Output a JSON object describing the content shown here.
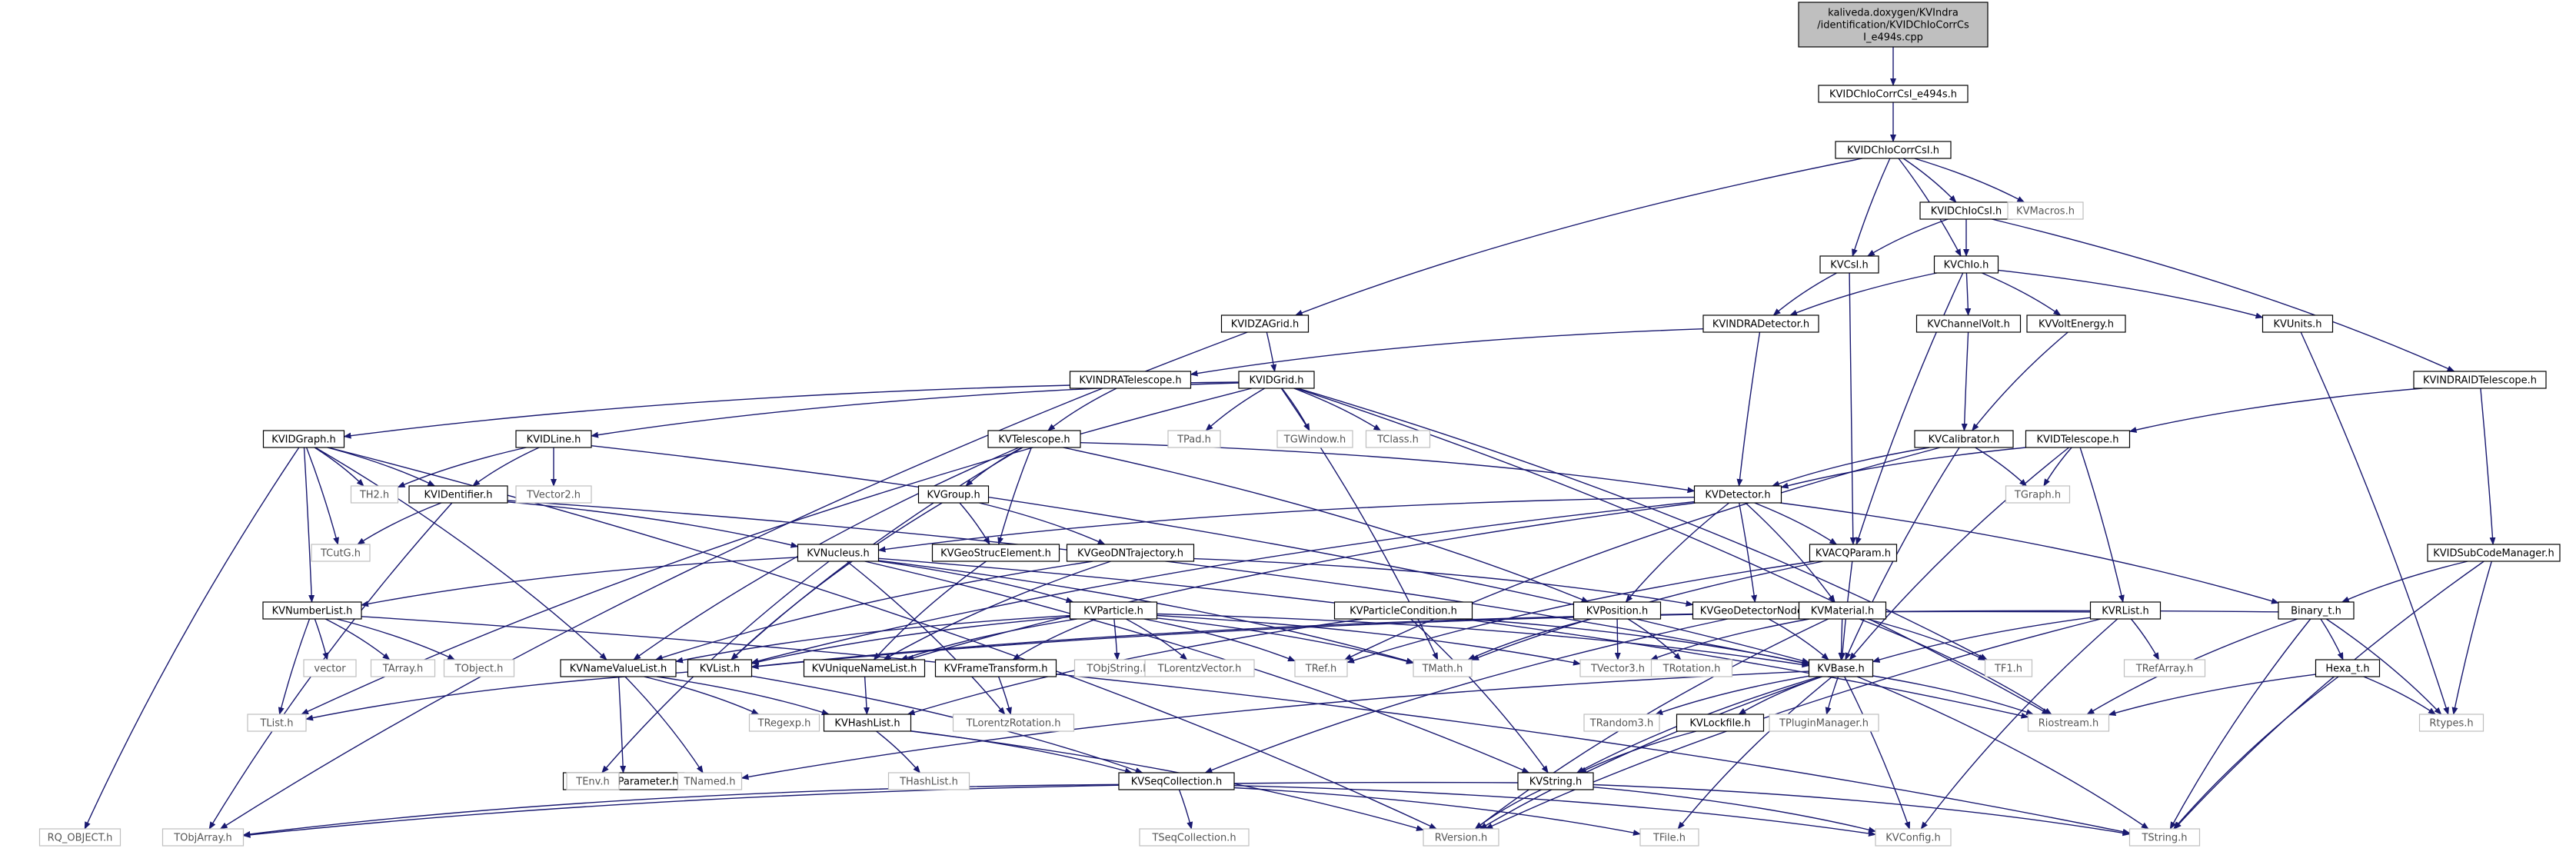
{
  "diagram": {
    "type": "include-dependency-graph",
    "colors": {
      "edge": "#191970",
      "root_fill": "#bfbfbf",
      "node_fill": "#ffffff",
      "node_border": "#000000",
      "system_border": "#bfbfbf",
      "system_text": "#555555"
    },
    "nodes": [
      {
        "id": "root",
        "label": "kaliveda.doxygen/KVIndra/identification/KVIDChIoCorrCsI_e494s.cpp",
        "lines": [
          "kaliveda.doxygen/KVIndra",
          "/identification/KVIDChIoCorrCs",
          "I_e494s.cpp"
        ],
        "kind": "root"
      },
      {
        "id": "corre494",
        "label": "KVIDChIoCorrCsI_e494s.h",
        "kind": "doc"
      },
      {
        "id": "corr",
        "label": "KVIDChIoCorrCsI.h",
        "kind": "doc"
      },
      {
        "id": "chiocsi",
        "label": "KVIDChIoCsI.h",
        "kind": "doc"
      },
      {
        "id": "kvmacros",
        "label": "KVMacros.h",
        "kind": "sys"
      },
      {
        "id": "kvcsi",
        "label": "KVCsI.h",
        "kind": "doc"
      },
      {
        "id": "kvchio",
        "label": "KVChIo.h",
        "kind": "doc"
      },
      {
        "id": "zagrid",
        "label": "KVIDZAGrid.h",
        "kind": "doc"
      },
      {
        "id": "indradet",
        "label": "KVINDRADetector.h",
        "kind": "doc"
      },
      {
        "id": "chanvolt",
        "label": "KVChannelVolt.h",
        "kind": "doc"
      },
      {
        "id": "voltenergy",
        "label": "KVVoltEnergy.h",
        "kind": "doc"
      },
      {
        "id": "kvunits",
        "label": "KVUnits.h",
        "kind": "doc"
      },
      {
        "id": "indratel",
        "label": "KVINDRATelescope.h",
        "kind": "doc"
      },
      {
        "id": "idgrid",
        "label": "KVIDGrid.h",
        "kind": "doc"
      },
      {
        "id": "indraidtel",
        "label": "KVINDRAIDTelescope.h",
        "kind": "doc"
      },
      {
        "id": "idgraph",
        "label": "KVIDGraph.h",
        "kind": "doc"
      },
      {
        "id": "idline",
        "label": "KVIDLine.h",
        "kind": "doc"
      },
      {
        "id": "telescope",
        "label": "KVTelescope.h",
        "kind": "doc"
      },
      {
        "id": "tpad",
        "label": "TPad.h",
        "kind": "sys"
      },
      {
        "id": "tgwindow",
        "label": "TGWindow.h",
        "kind": "sys"
      },
      {
        "id": "tclass",
        "label": "TClass.h",
        "kind": "sys"
      },
      {
        "id": "calibrator",
        "label": "KVCalibrator.h",
        "kind": "doc"
      },
      {
        "id": "idtelescope",
        "label": "KVIDTelescope.h",
        "kind": "doc"
      },
      {
        "id": "th2",
        "label": "TH2.h",
        "kind": "sys"
      },
      {
        "id": "identifier",
        "label": "KVIDentifier.h",
        "kind": "doc"
      },
      {
        "id": "tvector2",
        "label": "TVector2.h",
        "kind": "sys"
      },
      {
        "id": "kvgroup",
        "label": "KVGroup.h",
        "kind": "doc"
      },
      {
        "id": "detector",
        "label": "KVDetector.h",
        "kind": "doc"
      },
      {
        "id": "tgraph",
        "label": "TGraph.h",
        "kind": "sys"
      },
      {
        "id": "subcodemgr",
        "label": "KVIDSubCodeManager.h",
        "kind": "doc"
      },
      {
        "id": "tcutg",
        "label": "TCutG.h",
        "kind": "sys"
      },
      {
        "id": "kvnucleus",
        "label": "KVNucleus.h",
        "kind": "doc"
      },
      {
        "id": "geostruc",
        "label": "KVGeoStrucElement.h",
        "kind": "doc"
      },
      {
        "id": "geodntraj",
        "label": "KVGeoDNTrajectory.h",
        "kind": "doc"
      },
      {
        "id": "acqparam",
        "label": "KVACQParam.h",
        "kind": "doc"
      },
      {
        "id": "numberlist",
        "label": "KVNumberList.h",
        "kind": "doc"
      },
      {
        "id": "kvparticle",
        "label": "KVParticle.h",
        "kind": "doc"
      },
      {
        "id": "partcond",
        "label": "KVParticleCondition.h",
        "kind": "doc"
      },
      {
        "id": "kvposition",
        "label": "KVPosition.h",
        "kind": "doc"
      },
      {
        "id": "geodetnode",
        "label": "KVGeoDetectorNode.h",
        "kind": "doc"
      },
      {
        "id": "kvmaterial",
        "label": "KVMaterial.h",
        "kind": "doc"
      },
      {
        "id": "rlist",
        "label": "KVRList.h",
        "kind": "doc"
      },
      {
        "id": "binaryt",
        "label": "Binary_t.h",
        "kind": "doc"
      },
      {
        "id": "vector",
        "label": "vector",
        "kind": "sys"
      },
      {
        "id": "tarrayh",
        "label": "TArray.h",
        "kind": "sys"
      },
      {
        "id": "tobject",
        "label": "TObject.h",
        "kind": "sys"
      },
      {
        "id": "namevaluelist",
        "label": "KVNameValueList.h",
        "kind": "doc"
      },
      {
        "id": "kvlist",
        "label": "KVList.h",
        "kind": "doc"
      },
      {
        "id": "uniquenamelist",
        "label": "KVUniqueNameList.h",
        "kind": "doc"
      },
      {
        "id": "frametransform",
        "label": "KVFrameTransform.h",
        "kind": "doc"
      },
      {
        "id": "tobjstring",
        "label": "TObjString.h",
        "kind": "sys"
      },
      {
        "id": "tlorentzvector",
        "label": "TLorentzVector.h",
        "kind": "sys"
      },
      {
        "id": "tref",
        "label": "TRef.h",
        "kind": "sys"
      },
      {
        "id": "tmath",
        "label": "TMath.h",
        "kind": "sys"
      },
      {
        "id": "tvector3",
        "label": "TVector3.h",
        "kind": "sys"
      },
      {
        "id": "trotation",
        "label": "TRotation.h",
        "kind": "sys"
      },
      {
        "id": "kvbase",
        "label": "KVBase.h",
        "kind": "doc"
      },
      {
        "id": "tf1",
        "label": "TF1.h",
        "kind": "sys"
      },
      {
        "id": "trefarray",
        "label": "TRefArray.h",
        "kind": "sys"
      },
      {
        "id": "hexat",
        "label": "Hexa_t.h",
        "kind": "doc"
      },
      {
        "id": "tlist",
        "label": "TList.h",
        "kind": "sys"
      },
      {
        "id": "tregexp",
        "label": "TRegexp.h",
        "kind": "sys"
      },
      {
        "id": "hashlist",
        "label": "KVHashList.h",
        "kind": "doc"
      },
      {
        "id": "tlorentzrot",
        "label": "TLorentzRotation.h",
        "kind": "sys"
      },
      {
        "id": "trandom3",
        "label": "TRandom3.h",
        "kind": "sys"
      },
      {
        "id": "lockfile",
        "label": "KVLockfile.h",
        "kind": "doc"
      },
      {
        "id": "tpluginmgr",
        "label": "TPluginManager.h",
        "kind": "sys"
      },
      {
        "id": "riostream",
        "label": "Riostream.h",
        "kind": "sys"
      },
      {
        "id": "rtypes",
        "label": "Rtypes.h",
        "kind": "sys"
      },
      {
        "id": "namedparam",
        "label": "KVNamedParameter.h",
        "kind": "doc"
      },
      {
        "id": "thashlist",
        "label": "THashList.h",
        "kind": "sys"
      },
      {
        "id": "tenv",
        "label": "TEnv.h",
        "kind": "sys"
      },
      {
        "id": "tnamed",
        "label": "TNamed.h",
        "kind": "sys"
      },
      {
        "id": "seqcollection",
        "label": "KVSeqCollection.h",
        "kind": "doc"
      },
      {
        "id": "kvstring",
        "label": "KVString.h",
        "kind": "doc"
      },
      {
        "id": "rqobject",
        "label": "RQ_OBJECT.h",
        "kind": "sys"
      },
      {
        "id": "tobjarray",
        "label": "TObjArray.h",
        "kind": "sys"
      },
      {
        "id": "tseqcollection",
        "label": "TSeqCollection.h",
        "kind": "sys"
      },
      {
        "id": "rversion",
        "label": "RVersion.h",
        "kind": "sys"
      },
      {
        "id": "tfile",
        "label": "TFile.h",
        "kind": "sys"
      },
      {
        "id": "kvconfig",
        "label": "KVConfig.h",
        "kind": "sys"
      },
      {
        "id": "tstring",
        "label": "TString.h",
        "kind": "sys"
      }
    ],
    "edges": [
      [
        "root",
        "corre494"
      ],
      [
        "corre494",
        "corr"
      ],
      [
        "corr",
        "chiocsi"
      ],
      [
        "corr",
        "kvmacros"
      ],
      [
        "corr",
        "kvcsi"
      ],
      [
        "corr",
        "kvchio"
      ],
      [
        "corr",
        "zagrid"
      ],
      [
        "chiocsi",
        "kvcsi"
      ],
      [
        "chiocsi",
        "kvchio"
      ],
      [
        "chiocsi",
        "indraidtel"
      ],
      [
        "kvcsi",
        "indradet"
      ],
      [
        "kvcsi",
        "acqparam"
      ],
      [
        "kvchio",
        "indradet"
      ],
      [
        "kvchio",
        "chanvolt"
      ],
      [
        "kvchio",
        "voltenergy"
      ],
      [
        "kvchio",
        "kvunits"
      ],
      [
        "kvchio",
        "acqparam"
      ],
      [
        "zagrid",
        "idgrid"
      ],
      [
        "zagrid",
        "tobjarray"
      ],
      [
        "indradet",
        "indratel"
      ],
      [
        "indradet",
        "detector"
      ],
      [
        "chanvolt",
        "calibrator"
      ],
      [
        "voltenergy",
        "calibrator"
      ],
      [
        "kvunits",
        "rtypes"
      ],
      [
        "indratel",
        "telescope"
      ],
      [
        "indraidtel",
        "idtelescope"
      ],
      [
        "indraidtel",
        "subcodemgr"
      ],
      [
        "idgrid",
        "idgraph"
      ],
      [
        "idgrid",
        "idline"
      ],
      [
        "idgrid",
        "tpad"
      ],
      [
        "idgrid",
        "tgwindow"
      ],
      [
        "idgrid",
        "tclass"
      ],
      [
        "idgrid",
        "tf1"
      ],
      [
        "idgrid",
        "riostream"
      ],
      [
        "idgrid",
        "tmath"
      ],
      [
        "idgrid",
        "tlist"
      ],
      [
        "idgraph",
        "th2"
      ],
      [
        "idgraph",
        "identifier"
      ],
      [
        "idgraph",
        "tcutg"
      ],
      [
        "idgraph",
        "numberlist"
      ],
      [
        "idgraph",
        "namevaluelist"
      ],
      [
        "idgraph",
        "rqobject"
      ],
      [
        "idgraph",
        "rversion"
      ],
      [
        "idline",
        "th2"
      ],
      [
        "idline",
        "identifier"
      ],
      [
        "idline",
        "tvector2"
      ],
      [
        "idline",
        "kvbase"
      ],
      [
        "identifier",
        "tcutg"
      ],
      [
        "identifier",
        "kvnucleus"
      ],
      [
        "identifier",
        "kvbase"
      ],
      [
        "identifier",
        "tobjarray"
      ],
      [
        "telescope",
        "kvgroup"
      ],
      [
        "telescope",
        "geostruc"
      ],
      [
        "telescope",
        "detector"
      ],
      [
        "telescope",
        "kvposition"
      ],
      [
        "telescope",
        "kvlist"
      ],
      [
        "telescope",
        "namevaluelist"
      ],
      [
        "kvgroup",
        "geostruc"
      ],
      [
        "kvgroup",
        "geodntraj"
      ],
      [
        "kvgroup",
        "kvlist"
      ],
      [
        "calibrator",
        "detector"
      ],
      [
        "calibrator",
        "tgraph"
      ],
      [
        "calibrator",
        "kvbase"
      ],
      [
        "calibrator",
        "tref"
      ],
      [
        "idtelescope",
        "detector"
      ],
      [
        "idtelescope",
        "tgraph"
      ],
      [
        "idtelescope",
        "rlist"
      ],
      [
        "idtelescope",
        "kvbase"
      ],
      [
        "subcodemgr",
        "binaryt"
      ],
      [
        "subcodemgr",
        "rtypes"
      ],
      [
        "subcodemgr",
        "tstring"
      ],
      [
        "detector",
        "kvnucleus"
      ],
      [
        "detector",
        "acqparam"
      ],
      [
        "detector",
        "kvposition"
      ],
      [
        "detector",
        "geodetnode"
      ],
      [
        "detector",
        "kvmaterial"
      ],
      [
        "detector",
        "binaryt"
      ],
      [
        "detector",
        "kvlist"
      ],
      [
        "detector",
        "uniquenamelist"
      ],
      [
        "kvnucleus",
        "numberlist"
      ],
      [
        "kvnucleus",
        "kvparticle"
      ],
      [
        "kvnucleus",
        "tenv"
      ],
      [
        "kvnucleus",
        "tmath"
      ],
      [
        "kvnucleus",
        "riostream"
      ],
      [
        "kvnucleus",
        "kvstring"
      ],
      [
        "kvnucleus",
        "tlorentzrot"
      ],
      [
        "geostruc",
        "uniquenamelist"
      ],
      [
        "geodntraj",
        "geodetnode"
      ],
      [
        "geodntraj",
        "namevaluelist"
      ],
      [
        "geodntraj",
        "uniquenamelist"
      ],
      [
        "acqparam",
        "kvbase"
      ],
      [
        "acqparam",
        "tref"
      ],
      [
        "acqparam",
        "tmath"
      ],
      [
        "numberlist",
        "vector"
      ],
      [
        "numberlist",
        "tarrayh"
      ],
      [
        "numberlist",
        "tobject"
      ],
      [
        "numberlist",
        "tlist"
      ],
      [
        "numberlist",
        "tstring"
      ],
      [
        "kvparticle",
        "namevaluelist"
      ],
      [
        "kvparticle",
        "kvlist"
      ],
      [
        "kvparticle",
        "uniquenamelist"
      ],
      [
        "kvparticle",
        "frametransform"
      ],
      [
        "kvparticle",
        "tobjstring"
      ],
      [
        "kvparticle",
        "tlorentzvector"
      ],
      [
        "kvparticle",
        "tref"
      ],
      [
        "kvparticle",
        "tmath"
      ],
      [
        "kvparticle",
        "tvector3"
      ],
      [
        "kvparticle",
        "kvbase"
      ],
      [
        "partcond",
        "kvbase"
      ],
      [
        "partcond",
        "kvstring"
      ],
      [
        "partcond",
        "hashlist"
      ],
      [
        "kvposition",
        "tvector3"
      ],
      [
        "kvposition",
        "trotation"
      ],
      [
        "kvposition",
        "tmath"
      ],
      [
        "geodetnode",
        "kvbase"
      ],
      [
        "geodetnode",
        "seqcollection"
      ],
      [
        "kvmaterial",
        "kvbase"
      ],
      [
        "kvmaterial",
        "tf1"
      ],
      [
        "kvmaterial",
        "tvector3"
      ],
      [
        "kvmaterial",
        "riostream"
      ],
      [
        "kvmaterial",
        "rversion"
      ],
      [
        "rlist",
        "kvbase"
      ],
      [
        "rlist",
        "trefarray"
      ],
      [
        "rlist",
        "kvlist"
      ],
      [
        "rlist",
        "kvconfig"
      ],
      [
        "rlist",
        "rversion"
      ],
      [
        "binaryt",
        "hexat"
      ],
      [
        "binaryt",
        "rtypes"
      ],
      [
        "binaryt",
        "riostream"
      ],
      [
        "binaryt",
        "tstring"
      ],
      [
        "binaryt",
        "kvlist"
      ],
      [
        "hexat",
        "riostream"
      ],
      [
        "hexat",
        "rtypes"
      ],
      [
        "hexat",
        "tstring"
      ],
      [
        "namevaluelist",
        "namedparam"
      ],
      [
        "namevaluelist",
        "tregexp"
      ],
      [
        "namevaluelist",
        "hashlist"
      ],
      [
        "namevaluelist",
        "tnamed"
      ],
      [
        "kvlist",
        "tlist"
      ],
      [
        "kvlist",
        "seqcollection"
      ],
      [
        "uniquenamelist",
        "hashlist"
      ],
      [
        "frametransform",
        "tlorentzrot"
      ],
      [
        "kvbase",
        "trandom3"
      ],
      [
        "kvbase",
        "lockfile"
      ],
      [
        "kvbase",
        "tpluginmgr"
      ],
      [
        "kvbase",
        "riostream"
      ],
      [
        "kvbase",
        "kvstring"
      ],
      [
        "kvbase",
        "kvconfig"
      ],
      [
        "kvbase",
        "tfile"
      ],
      [
        "kvbase",
        "tstring"
      ],
      [
        "kvbase",
        "rversion"
      ],
      [
        "kvbase",
        "tnamed"
      ],
      [
        "lockfile",
        "kvstring"
      ],
      [
        "namedparam",
        "tenv"
      ],
      [
        "namedparam",
        "tnamed"
      ],
      [
        "hashlist",
        "thashlist"
      ],
      [
        "hashlist",
        "seqcollection"
      ],
      [
        "hashlist",
        "rversion"
      ],
      [
        "seqcollection",
        "tseqcollection"
      ],
      [
        "seqcollection",
        "tobjarray"
      ],
      [
        "seqcollection",
        "kvconfig"
      ],
      [
        "seqcollection",
        "tfile"
      ],
      [
        "kvstring",
        "rversion"
      ],
      [
        "kvstring",
        "tstring"
      ],
      [
        "kvstring",
        "kvconfig"
      ],
      [
        "kvstring",
        "tobjarray"
      ]
    ]
  }
}
